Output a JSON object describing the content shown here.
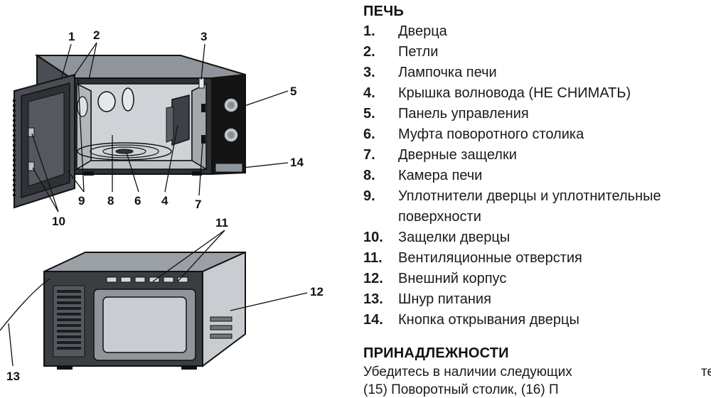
{
  "parts_section": {
    "title": "ПЕЧЬ",
    "items": [
      {
        "num": "1.",
        "text": "Дверца"
      },
      {
        "num": "2.",
        "text": "Петли"
      },
      {
        "num": "3.",
        "text": "Лампочка печи"
      },
      {
        "num": "4.",
        "text": "Крышка волновода (НЕ СНИМАТЬ)"
      },
      {
        "num": "5.",
        "text": "Панель управления"
      },
      {
        "num": "6.",
        "text": "Муфта поворотного столика"
      },
      {
        "num": "7.",
        "text": "Дверные защелки"
      },
      {
        "num": "8.",
        "text": "Камера печи"
      },
      {
        "num": "9.",
        "text": "Уплотнители дверцы и уплотнительные поверхности"
      },
      {
        "num": "10.",
        "text": "Защелки дверцы"
      },
      {
        "num": "11.",
        "text": "Вентиляционные отверстия"
      },
      {
        "num": "12.",
        "text": "Внешний корпус"
      },
      {
        "num": "13.",
        "text": "Шнур питания"
      },
      {
        "num": "14.",
        "text": "Кнопка открывания дверцы"
      }
    ]
  },
  "accessories_section": {
    "title": "ПРИНАДЛЕЖНОСТИ",
    "text": "Убедитесь в наличии следующих",
    "fragment": "те",
    "line2": "(15) Поворотный столик, (16) П"
  },
  "callouts": {
    "n1": "1",
    "n2": "2",
    "n3": "3",
    "n4": "4",
    "n5": "5",
    "n6": "6",
    "n7": "7",
    "n8": "8",
    "n9": "9",
    "n10": "10",
    "n11": "11",
    "n12": "12",
    "n13": "13",
    "n14": "14"
  },
  "colors": {
    "body_dark": "#3a3d42",
    "body_mid": "#9aa0a6",
    "body_light": "#d4d7db",
    "cavity": "#c9ccd0",
    "panel_black": "#141414"
  }
}
